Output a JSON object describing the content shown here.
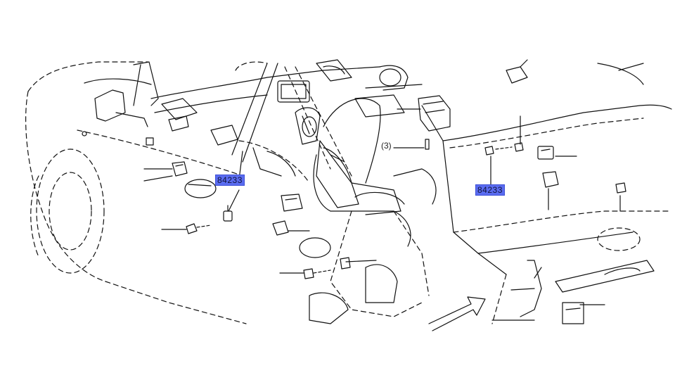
{
  "diagram": {
    "part_callouts": [
      {
        "id": "left",
        "label": "84233"
      },
      {
        "id": "right",
        "label": "84233"
      }
    ],
    "quantity_label": "(3)"
  }
}
